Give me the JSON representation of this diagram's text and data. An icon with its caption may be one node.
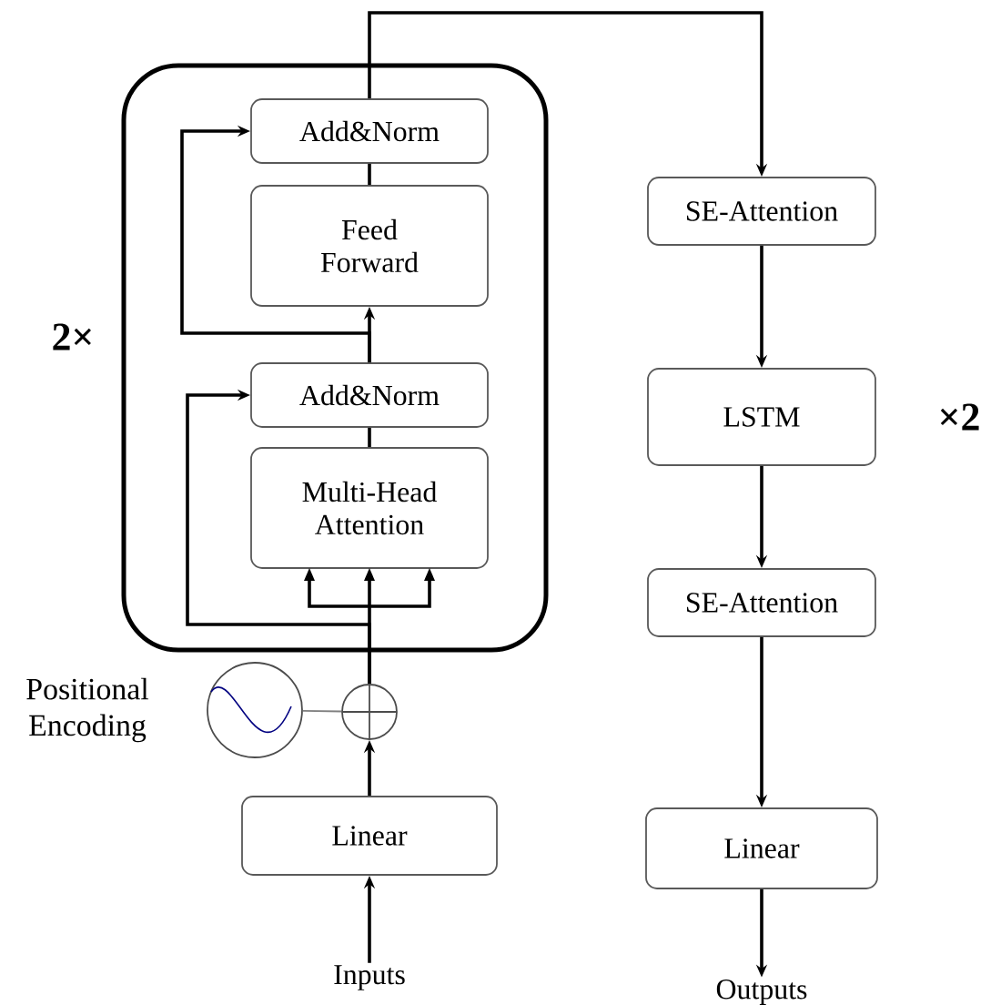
{
  "diagram": {
    "nodes": [
      {
        "text": [],
        "shape": "box",
        "beside": [
          "2×"
        ]
      },
      {
        "text": [
          "Add&Norm"
        ],
        "in": 0
      },
      {
        "text": [
          "Feed Forward"
        ],
        "in": 0
      },
      {
        "text": [
          "Add&Norm"
        ],
        "in": 0
      },
      {
        "text": [
          "Multi-Head Attention"
        ],
        "in": 0
      },
      {
        "text": [],
        "shape": "circle",
        "beside": [
          "Positional Encoding"
        ]
      },
      {
        "text": [],
        "shape": "circle"
      },
      {
        "text": [
          "Linear"
        ]
      },
      {
        "text": [
          "Inputs"
        ]
      },
      {
        "text": [
          "SE-Attention"
        ]
      },
      {
        "text": [
          "LSTM"
        ],
        "beside": [
          "×2"
        ]
      },
      {
        "text": [
          "SE-Attention"
        ]
      },
      {
        "text": [
          "Linear"
        ]
      },
      {
        "text": [
          "Outputs"
        ]
      }
    ],
    "edges": [
      {
        "from": 8,
        "to": 7,
        "arrow": "to"
      },
      {
        "from": 7,
        "to": 6,
        "arrow": "to"
      },
      {
        "from": 5,
        "to": 6,
        "arrow": "none",
        "color": "#808080"
      },
      {
        "from": 6,
        "to": 4,
        "arrow": "to"
      },
      {
        "from": 6,
        "to": 3,
        "arrow": "to"
      },
      {
        "from": 4,
        "to": 3,
        "arrow": "none"
      },
      {
        "from": 3,
        "to": 2,
        "arrow": "to"
      },
      {
        "from": 3,
        "to": 1,
        "arrow": "to"
      },
      {
        "from": 2,
        "to": 1,
        "arrow": "none"
      },
      {
        "from": 1,
        "to": 9,
        "arrow": "to"
      },
      {
        "from": 9,
        "to": 10,
        "arrow": "to"
      },
      {
        "from": 10,
        "to": 11,
        "arrow": "to"
      },
      {
        "from": 11,
        "to": 12,
        "arrow": "to"
      },
      {
        "from": 12,
        "to": 13,
        "arrow": "to"
      }
    ]
  }
}
